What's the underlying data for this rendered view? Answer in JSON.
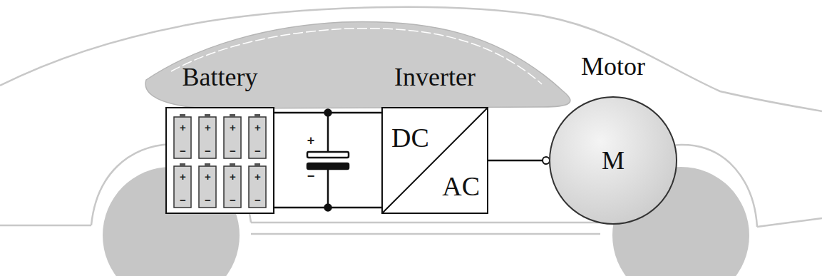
{
  "diagram": {
    "nodes": [
      {
        "text": [
          "Battery"
        ]
      },
      {
        "text": [
          "Inverter",
          "DC",
          "AC"
        ]
      },
      {
        "text": [
          "Motor",
          "M"
        ]
      }
    ],
    "edges": [
      {
        "from": 0,
        "to": 1,
        "arrow": "none"
      },
      {
        "from": 0,
        "to": 1,
        "arrow": "none"
      },
      {
        "from": 1,
        "to": 2,
        "arrow": "none"
      }
    ],
    "labels": [
      "+",
      "−",
      "+",
      "−",
      "+",
      "−",
      "+",
      "−",
      "+",
      "−",
      "+",
      "−",
      "+",
      "−",
      "+",
      "−",
      "+",
      "−"
    ]
  }
}
